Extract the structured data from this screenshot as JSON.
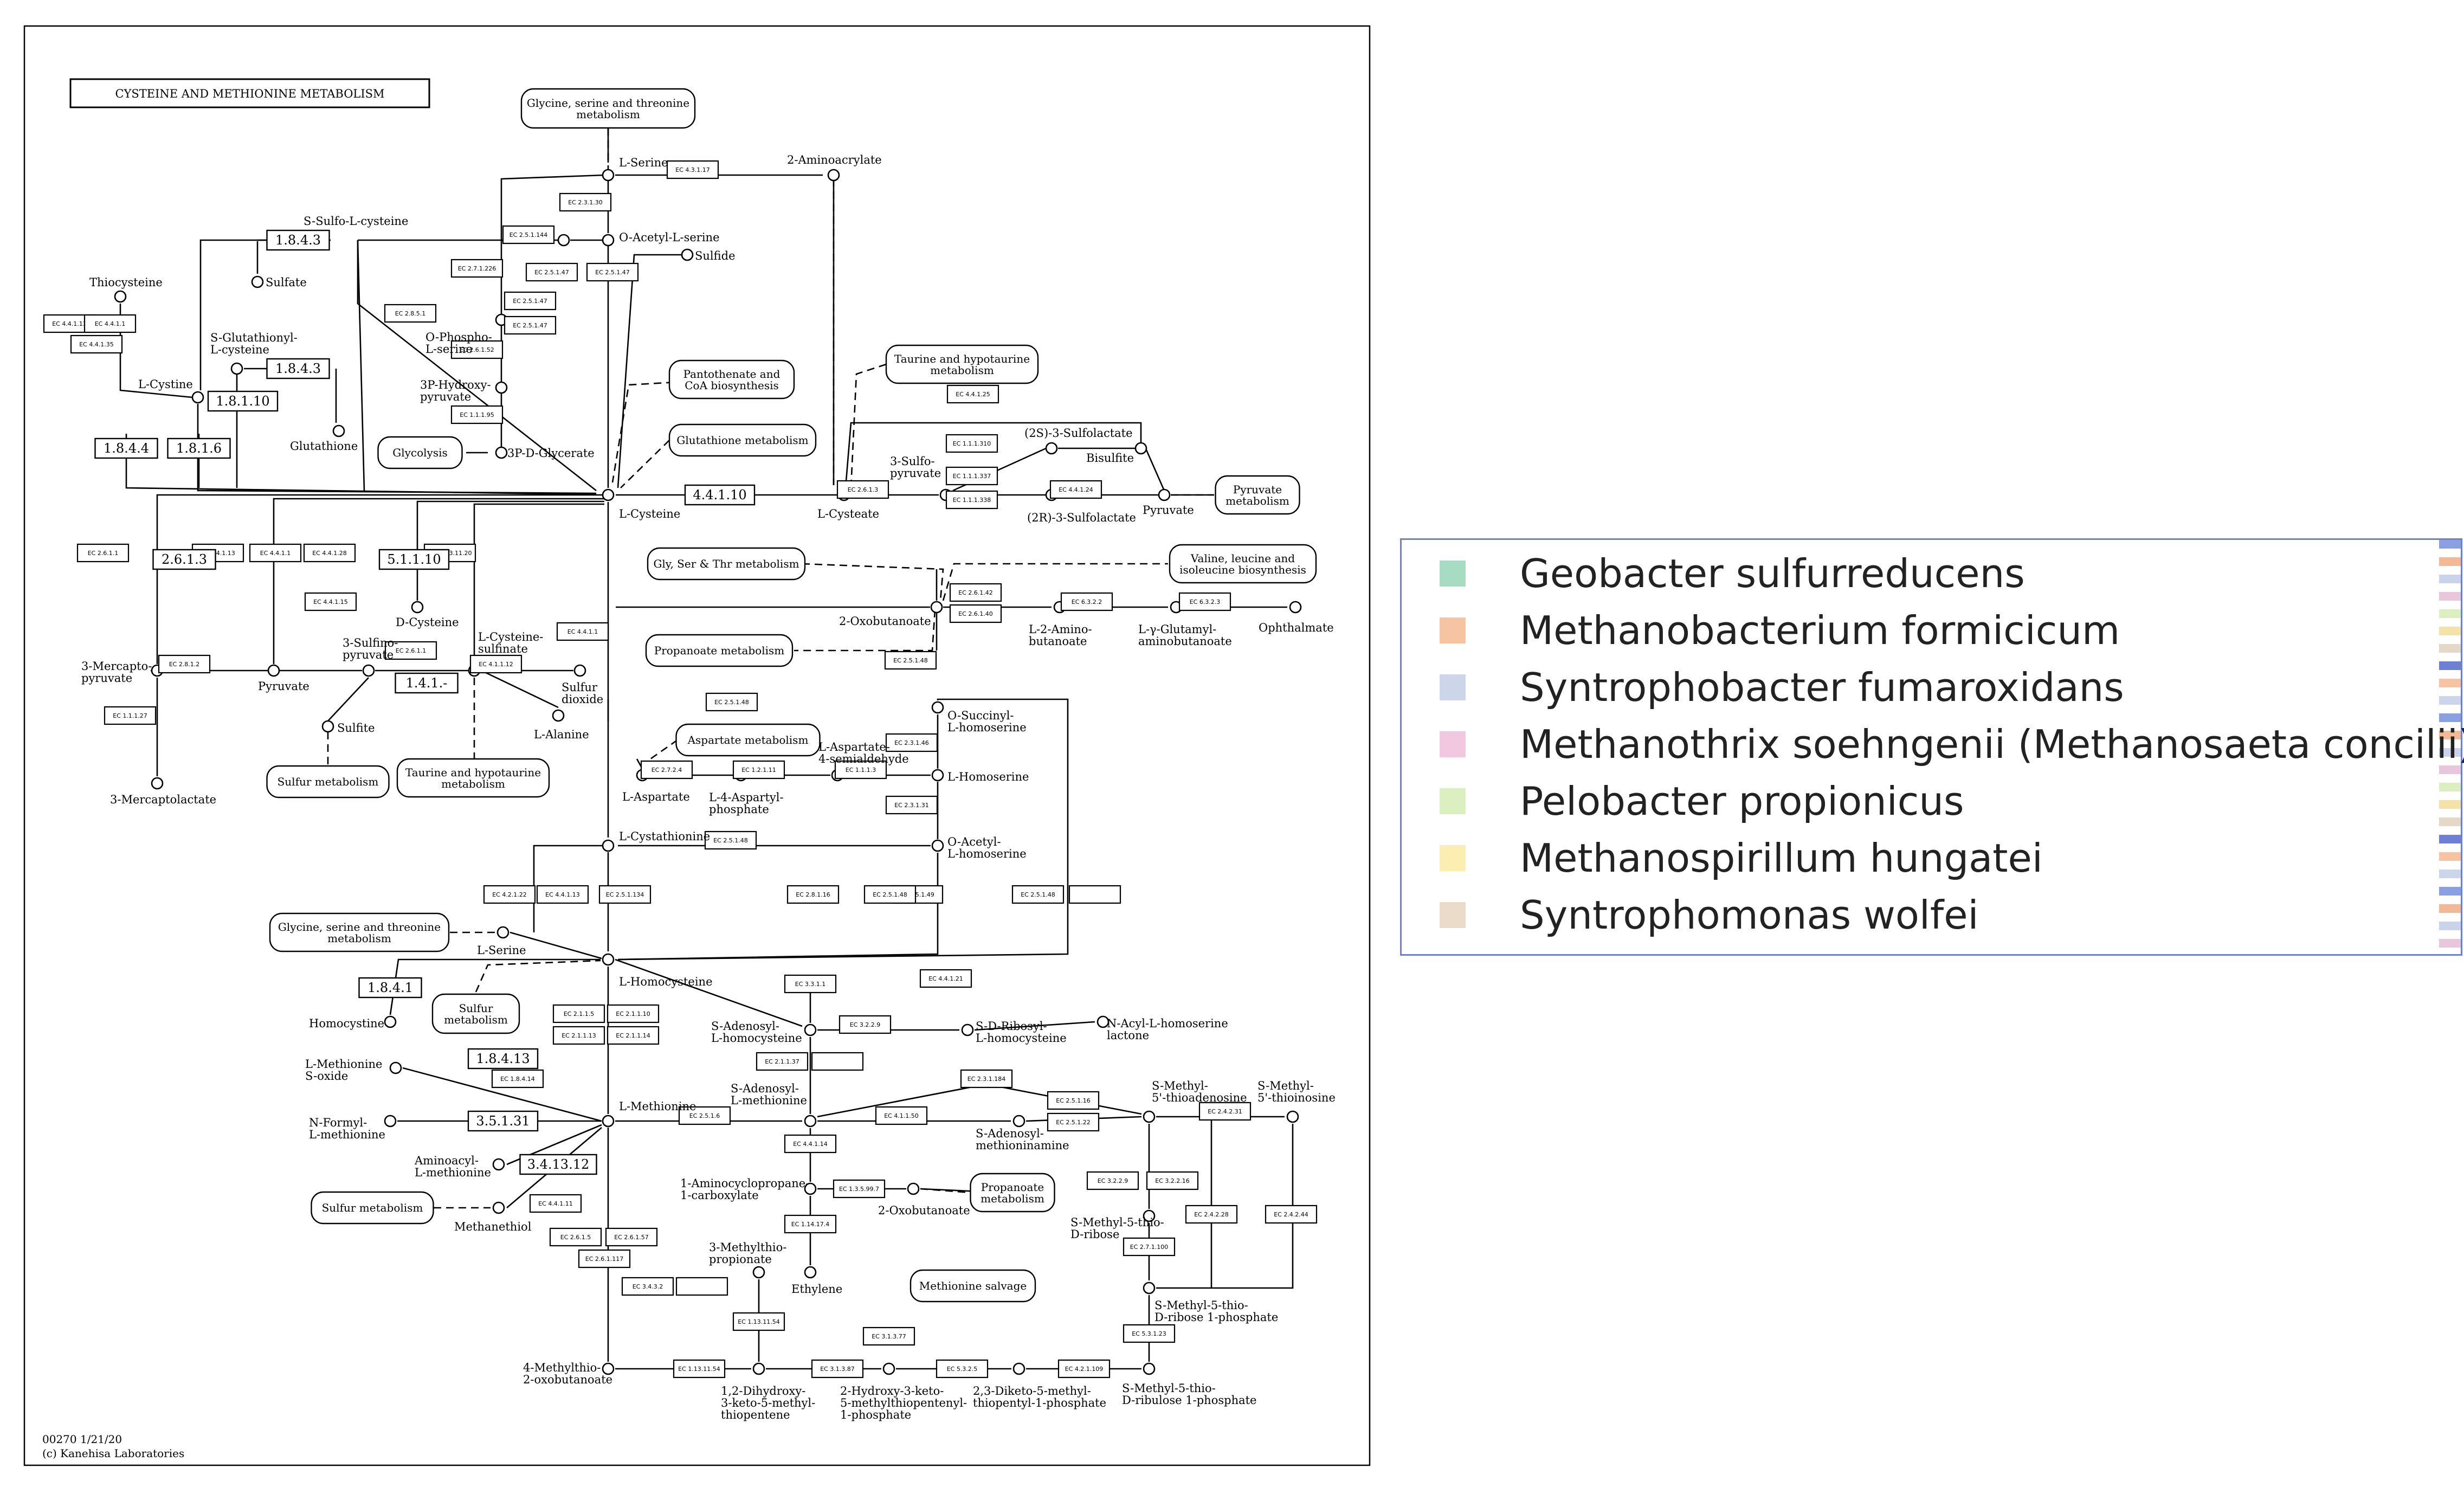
{
  "diagram": {
    "title": "CYSTEINE AND METHIONINE METABOLISM",
    "footer_code": "00270 1/21/20",
    "footer_copyright": "(c) Kanehisa Laboratories",
    "compounds": [
      {
        "id": "c_serine",
        "text": "L-Serine"
      },
      {
        "id": "c_aminoacrylate",
        "text": "2-Aminoacrylate"
      },
      {
        "id": "c_oacetylserine",
        "text": "O-Acetyl-L-serine"
      },
      {
        "id": "c_sulfide",
        "text": "Sulfide"
      },
      {
        "id": "c_ssulfocys",
        "text": "S-Sulfo-L-cysteine"
      },
      {
        "id": "c_sulfate",
        "text": "Sulfate"
      },
      {
        "id": "c_thiocysteine",
        "text": "Thiocysteine"
      },
      {
        "id": "c_sglutathionyl",
        "text": "S-Glutathionyl-\nL-cysteine"
      },
      {
        "id": "c_ophosphoserine",
        "text": "O-Phospho-\nL-serine"
      },
      {
        "id": "c_3phydroxypyr",
        "text": "3P-Hydroxy-\npyruvate"
      },
      {
        "id": "c_3pglycerate",
        "text": "3P-D-Glycerate"
      },
      {
        "id": "c_glutathione",
        "text": "Glutathione"
      },
      {
        "id": "c_lcystine",
        "text": "L-Cystine"
      },
      {
        "id": "c_lcysteine",
        "text": "L-Cysteine"
      },
      {
        "id": "c_sulfopyr",
        "text": "3-Sulfo-\npyruvate"
      },
      {
        "id": "c_lcysteate",
        "text": "L-Cysteate"
      },
      {
        "id": "c_2ssulfolactate",
        "text": "(2S)-3-Sulfolactate"
      },
      {
        "id": "c_2rsulfolactate",
        "text": "(2R)-3-Sulfolactate"
      },
      {
        "id": "c_bisulfite",
        "text": "Bisulfite"
      },
      {
        "id": "c_pyruvate_r",
        "text": "Pyruvate"
      },
      {
        "id": "c_dcysteine",
        "text": "D-Cysteine"
      },
      {
        "id": "c_mercaptopyr",
        "text": "3-Mercapto-\npyruvate"
      },
      {
        "id": "c_pyruvate_l",
        "text": "Pyruvate"
      },
      {
        "id": "c_sulfinopyr",
        "text": "3-Sulfino-\npyruvate"
      },
      {
        "id": "c_cysteinesulfinate",
        "text": "L-Cysteine-\nsulfinate"
      },
      {
        "id": "c_sulfurdioxide",
        "text": "Sulfur\ndioxide"
      },
      {
        "id": "c_lalanine",
        "text": "L-Alanine"
      },
      {
        "id": "c_sulfite",
        "text": "Sulfite"
      },
      {
        "id": "c_mercaptolactate",
        "text": "3-Mercaptolactate"
      },
      {
        "id": "c_oxobutanoate",
        "text": "2-Oxobutanoate"
      },
      {
        "id": "c_aminobutanoate",
        "text": "L-2-Amino-\nbutanoate"
      },
      {
        "id": "c_glutamylamino",
        "text": "L-γ-Glutamyl-\naminobutanoate"
      },
      {
        "id": "c_ophthalmate",
        "text": "Ophthalmate"
      },
      {
        "id": "c_osuccinylhomoserine",
        "text": "O-Succinyl-\nL-homoserine"
      },
      {
        "id": "c_aspartate",
        "text": "L-Aspartate"
      },
      {
        "id": "c_aspartylphosphate",
        "text": "L-4-Aspartyl-\nphosphate"
      },
      {
        "id": "c_aspsemialdehyde",
        "text": "L-Aspartate-\n4-semialdehyde"
      },
      {
        "id": "c_homoserine",
        "text": "L-Homoserine"
      },
      {
        "id": "c_oacetylhomoserine",
        "text": "O-Acetyl-\nL-homoserine"
      },
      {
        "id": "c_cystathionine",
        "text": "L-Cystathionine"
      },
      {
        "id": "c_serine2",
        "text": "L-Serine"
      },
      {
        "id": "c_homocysteine",
        "text": "L-Homocysteine"
      },
      {
        "id": "c_homocystine",
        "text": "Homocystine"
      },
      {
        "id": "c_sahc",
        "text": "S-Adenosyl-\nL-homocysteine"
      },
      {
        "id": "c_sribosylhc",
        "text": "S-D-Ribosyl-\nL-homocysteine"
      },
      {
        "id": "c_nacylhsl",
        "text": "N-Acyl-L-homoserine\nlactone"
      },
      {
        "id": "c_metsulfoxide",
        "text": "L-Methionine\nS-oxide"
      },
      {
        "id": "c_methionine",
        "text": "L-Methionine"
      },
      {
        "id": "c_nformylmet",
        "text": "N-Formyl-\nL-methionine"
      },
      {
        "id": "c_aminoacylmet",
        "text": "Aminoacyl-\nL-methionine"
      },
      {
        "id": "c_methanethiol",
        "text": "Methanethiol"
      },
      {
        "id": "c_sam",
        "text": "S-Adenosyl-\nL-methionine"
      },
      {
        "id": "c_sadenosylmethioninamine",
        "text": "S-Adenosyl-\nmethioninamine"
      },
      {
        "id": "c_mta",
        "text": "S-Methyl-\n5'-thioadenosine"
      },
      {
        "id": "c_mti",
        "text": "S-Methyl-\n5'-thioinosine"
      },
      {
        "id": "c_acc",
        "text": "1-Aminocyclopropane-\n1-carboxylate"
      },
      {
        "id": "c_oxobutanoate2",
        "text": "2-Oxobutanoate"
      },
      {
        "id": "c_mtr",
        "text": "S-Methyl-5-thio-\nD-ribose"
      },
      {
        "id": "c_mtmprop",
        "text": "3-Methylthio-\npropionate"
      },
      {
        "id": "c_ethylene",
        "text": "Ethylene"
      },
      {
        "id": "c_mtr1p",
        "text": "S-Methyl-5-thio-\nD-ribose 1-phosphate"
      },
      {
        "id": "c_mtru1p",
        "text": "S-Methyl-5-thio-\nD-ribulose 1-phosphate"
      },
      {
        "id": "c_mtob",
        "text": "4-Methylthio-\n2-oxobutanoate"
      },
      {
        "id": "c_dhmtp",
        "text": "1,2-Dihydroxy-\n3-keto-5-methyl-\nthiopentene"
      },
      {
        "id": "c_hkmtp",
        "text": "2-Hydroxy-3-keto-\n5-methylthiopentenyl-\n1-phosphate"
      },
      {
        "id": "c_dkmtp",
        "text": "2,3-Diketo-5-methyl-\nthiopentyl-1-phosphate"
      }
    ],
    "maps": [
      {
        "id": "m_glyserthr_top",
        "text": "Glycine, serine and threonine\nmetabolism"
      },
      {
        "id": "m_pantothenate",
        "text": "Pantothenate and\nCoA biosynthesis"
      },
      {
        "id": "m_glutathione",
        "text": "Glutathione metabolism"
      },
      {
        "id": "m_glycolysis",
        "text": "Glycolysis"
      },
      {
        "id": "m_taurine_top",
        "text": "Taurine and hypotaurine\nmetabolism"
      },
      {
        "id": "m_pyruvate",
        "text": "Pyruvate\nmetabolism"
      },
      {
        "id": "m_glyserthr_mid",
        "text": "Gly, Ser & Thr metabolism"
      },
      {
        "id": "m_valine",
        "text": "Valine, leucine and\nisoleucine biosynthesis"
      },
      {
        "id": "m_propanoate",
        "text": "Propanoate metabolism"
      },
      {
        "id": "m_sulfur_left",
        "text": "Sulfur metabolism"
      },
      {
        "id": "m_taurine_bot",
        "text": "Taurine and hypotaurine\nmetabolism"
      },
      {
        "id": "m_aspartate",
        "text": "Aspartate metabolism"
      },
      {
        "id": "m_glyserthr_bot",
        "text": "Glycine, serine and threonine\nmetabolism"
      },
      {
        "id": "m_sulfur_mid",
        "text": "Sulfur\nmetabolism"
      },
      {
        "id": "m_sulfur_bot",
        "text": "Sulfur metabolism"
      },
      {
        "id": "m_propanoate2",
        "text": "Propanoate\nmetabolism"
      },
      {
        "id": "m_methsalvage",
        "text": "Methionine salvage"
      }
    ],
    "numeric_boxes": [
      {
        "id": "n_1843a",
        "text": "1.8.4.3"
      },
      {
        "id": "n_1843b",
        "text": "1.8.4.3"
      },
      {
        "id": "n_18110",
        "text": "1.8.1.10"
      },
      {
        "id": "n_1844",
        "text": "1.8.4.4"
      },
      {
        "id": "n_1816",
        "text": "1.8.1.6"
      },
      {
        "id": "n_44110",
        "text": "4.4.1.10"
      },
      {
        "id": "n_2613",
        "text": "2.6.1.3"
      },
      {
        "id": "n_51110",
        "text": "5.1.1.10"
      },
      {
        "id": "n_141",
        "text": "1.4.1.-"
      },
      {
        "id": "n_1841",
        "text": "1.8.4.1"
      },
      {
        "id": "n_18413",
        "text": "1.8.4.13"
      },
      {
        "id": "n_35131",
        "text": "3.5.1.31"
      },
      {
        "id": "n_341312",
        "text": "3.4.13.12"
      }
    ],
    "enzymes": [
      {
        "id": "e_43117",
        "text": "EC 4.3.1.17"
      },
      {
        "id": "e_23130",
        "text": "EC 2.3.1.30",
        "colors": [
          "#f7c4a3",
          "#dcefc0"
        ]
      },
      {
        "id": "e_25144",
        "text": "EC 2.5.1.144"
      },
      {
        "id": "e_27226",
        "text": "EC 2.7.1.226"
      },
      {
        "id": "e_25147a",
        "text": "EC 2.5.1.47",
        "colors": [
          "#f7c4a3",
          "#cdd5ea",
          "#dcefc0"
        ]
      },
      {
        "id": "e_25147b",
        "text": "EC 2.5.1.47"
      },
      {
        "id": "e_25147c",
        "text": "EC 2.5.1.47"
      },
      {
        "id": "e_25147d",
        "text": "EC 2.5.1.47",
        "colors": [
          "#f7c4a3",
          "#dcefc0"
        ]
      },
      {
        "id": "e_2851",
        "text": "EC 2.8.5.1"
      },
      {
        "id": "e_44113a",
        "text": "EC 4.4.1.13",
        "colors": [
          "#f7c4a3",
          "#dcefc0"
        ]
      },
      {
        "id": "e_4411a",
        "text": "EC 4.4.1.1"
      },
      {
        "id": "e_44135",
        "text": "EC 4.4.1.35"
      },
      {
        "id": "e_26152",
        "text": "EC 2.6.1.52",
        "colors": [
          "#cdd5ea",
          "#dcefc0"
        ]
      },
      {
        "id": "e_11195",
        "text": "EC 1.1.1.95",
        "colors": [
          "#f7c4a3",
          "#fcedb0"
        ]
      },
      {
        "id": "e_4412",
        "text": "EC 4.4.1.25"
      },
      {
        "id": "e_111310",
        "text": "EC 1.1.1.310"
      },
      {
        "id": "e_111337",
        "text": "EC 1.1.1.337",
        "colors": [
          "#f7c4a3",
          "#fcedb0"
        ]
      },
      {
        "id": "e_111338",
        "text": "EC 1.1.1.338"
      },
      {
        "id": "e_44124",
        "text": "EC 4.4.1.24"
      },
      {
        "id": "e_2613c",
        "text": "EC 2.6.1.3",
        "colors": [
          "#f7c4a3",
          "#cdd5ea",
          "#fcedb0"
        ]
      },
      {
        "id": "e_2611",
        "text": "EC 2.6.1.1",
        "colors": [
          "#f7c4a3",
          "#cdd5ea",
          "#fcedb0"
        ]
      },
      {
        "id": "e_44113b",
        "text": "EC 4.4.1.13",
        "colors": [
          "#f7c4a3",
          "#dcefc0"
        ]
      },
      {
        "id": "e_4411b",
        "text": "EC 4.4.1.1"
      },
      {
        "id": "e_44128",
        "text": "EC 4.4.1.28"
      },
      {
        "id": "e_5131120",
        "text": "EC 5.1.3.11.20"
      },
      {
        "id": "e_44115",
        "text": "EC 4.4.1.15"
      },
      {
        "id": "e_2812",
        "text": "EC 2.8.1.2",
        "colors": [
          "#f1c8e0"
        ]
      },
      {
        "id": "e_2611b",
        "text": "EC 2.6.1.1",
        "colors": [
          "#f7c4a3",
          "#cdd5ea",
          "#fcedb0"
        ]
      },
      {
        "id": "e_41112",
        "text": "EC 4.1.1.12"
      },
      {
        "id": "e_11127",
        "text": "EC 1.1.1.27"
      },
      {
        "id": "e_4411c",
        "text": "EC 4.4.1.1"
      },
      {
        "id": "e_2642",
        "text": "EC 2.6.1.42",
        "colors": [
          "#f7c4a3",
          "#cdd5ea",
          "#f1c8e0",
          "#dcefc0"
        ]
      },
      {
        "id": "e_26140",
        "text": "EC 2.6.1.40"
      },
      {
        "id": "e_6322",
        "text": "EC 6.3.2.2"
      },
      {
        "id": "e_6323",
        "text": "EC 6.3.2.3"
      },
      {
        "id": "e_25148a",
        "text": "EC 2.5.1.48"
      },
      {
        "id": "e_25148b",
        "text": "EC 2.5.1.48"
      },
      {
        "id": "e_23146",
        "text": "EC 2.3.1.46",
        "colors": [
          "#f7c4a3"
        ]
      },
      {
        "id": "e_2724",
        "text": "EC 2.7.2.4",
        "colors": [
          "#f7c4a3",
          "#fcedb0"
        ]
      },
      {
        "id": "e_12111",
        "text": "EC 1.2.1.11",
        "colors": [
          "#f1c8e0",
          "#fcedb0"
        ]
      },
      {
        "id": "e_1113",
        "text": "EC 1.1.1.3",
        "colors": [
          "#f7c4a3",
          "#cdd5ea",
          "#fcedb0"
        ]
      },
      {
        "id": "e_23131",
        "text": "EC 2.3.1.31",
        "colors": [
          "#f7c4a3"
        ]
      },
      {
        "id": "e_25148c",
        "text": "EC 2.5.1.48"
      },
      {
        "id": "e_25149",
        "text": "EC 2.5.1.49",
        "colors": [
          "#f7c4a3",
          "#dcefc0"
        ]
      },
      {
        "id": "e_25148d",
        "text": "EC 2.5.1.48"
      },
      {
        "id": "e_25148e",
        "text": "EC 2.5.1.48"
      },
      {
        "id": "e_empty1",
        "text": ""
      },
      {
        "id": "e_42122",
        "text": "EC 4.2.1.22"
      },
      {
        "id": "e_44113c",
        "text": "EC 4.4.1.13",
        "colors": [
          "#f7c4a3",
          "#dcefc0"
        ]
      },
      {
        "id": "e_25134",
        "text": "EC 2.5.1.134"
      },
      {
        "id": "e_28116",
        "text": "EC 2.8.1.16",
        "colors": [
          "#f7c4a3",
          "#cdd5ea"
        ]
      },
      {
        "id": "e_33121",
        "text": "EC 3.3.1.1",
        "colors": [
          "#f7c4a3",
          "#fcedb0"
        ]
      },
      {
        "id": "e_44121",
        "text": "EC 4.4.1.21"
      },
      {
        "id": "e_3229",
        "text": "EC 3.2.2.9",
        "colors": [
          "#dcefc0"
        ]
      },
      {
        "id": "e_21137",
        "text": "EC 2.1.1.37",
        "colors": [
          "#cdd5ea"
        ]
      },
      {
        "id": "e_empty2",
        "text": "",
        "colors": [
          "#f7c4a3",
          "#f1c8e0"
        ]
      },
      {
        "id": "e_2115",
        "text": "EC 2.1.1.5"
      },
      {
        "id": "e_211010",
        "text": "EC 2.1.1.10"
      },
      {
        "id": "e_21113",
        "text": "EC 2.1.1.13",
        "colors": [
          "#dcefc0",
          "#fcedb0"
        ]
      },
      {
        "id": "e_21114",
        "text": "EC 2.1.1.14",
        "colors": [
          "#f7c4a3",
          "#f1c8e0"
        ]
      },
      {
        "id": "e_18414",
        "text": "EC 1.8.4.14"
      },
      {
        "id": "e_2516",
        "text": "EC 2.5.1.6",
        "colors": [
          "#cdd5ea",
          "#dcefc0",
          "#fcedb0"
        ]
      },
      {
        "id": "e_411150",
        "text": "EC 4.1.1.50",
        "colors": [
          "#cdd5ea"
        ]
      },
      {
        "id": "e_231184",
        "text": "EC 2.3.1.184"
      },
      {
        "id": "e_25116",
        "text": "EC 2.5.1.16",
        "colors": [
          "#f7c4a3",
          "#eadcc9"
        ]
      },
      {
        "id": "e_25122",
        "text": "EC 2.5.1.22"
      },
      {
        "id": "e_24131",
        "text": "EC 2.4.2.31",
        "colors": [
          "#f7c4a3",
          "#cdd5ea",
          "#fcedb0"
        ]
      },
      {
        "id": "e_44114",
        "text": "EC 4.4.1.14"
      },
      {
        "id": "e_13517",
        "text": "EC 1.3.5.99.7"
      },
      {
        "id": "e_114174",
        "text": "EC 1.14.17.4"
      },
      {
        "id": "e_3229b",
        "text": "EC 3.2.2.9",
        "colors": [
          "#dcefc0"
        ]
      },
      {
        "id": "e_32216",
        "text": "EC 3.2.2.16"
      },
      {
        "id": "e_24228",
        "text": "EC 2.4.2.28",
        "colors": [
          "#dcefc0",
          "#eadcc9"
        ]
      },
      {
        "id": "e_24244",
        "text": "EC 2.4.2.44"
      },
      {
        "id": "e_271100",
        "text": "EC 2.7.1.100"
      },
      {
        "id": "e_53123",
        "text": "EC 5.3.1.23"
      },
      {
        "id": "e_4411d",
        "text": "EC 4.4.1.11"
      },
      {
        "id": "e_2615",
        "text": "EC 2.6.1.5"
      },
      {
        "id": "e_26157",
        "text": "EC 2.6.1.57"
      },
      {
        "id": "e_261117",
        "text": "EC 2.6.1.117"
      },
      {
        "id": "e_3432",
        "text": "EC 3.4.3.2"
      },
      {
        "id": "e_empty3",
        "text": ""
      },
      {
        "id": "e_1131154",
        "text": "EC 1.13.11.54"
      },
      {
        "id": "e_1131154b",
        "text": "EC 1.13.11.54"
      },
      {
        "id": "e_31387",
        "text": "EC 3.1.3.87"
      },
      {
        "id": "e_31377",
        "text": "EC 3.1.3.77"
      },
      {
        "id": "e_53225",
        "text": "EC 5.3.2.5"
      },
      {
        "id": "e_421109",
        "text": "EC 4.2.1.109"
      }
    ]
  },
  "legend": {
    "items": [
      {
        "label": "Geobacter sulfurreducens",
        "color": "#a8dcc2"
      },
      {
        "label": "Methanobacterium formicicum",
        "color": "#f7c4a3"
      },
      {
        "label": "Syntrophobacter fumaroxidans",
        "color": "#cdd5ea"
      },
      {
        "label": "Methanothrix soehngenii (Methanosaeta concilii)",
        "color": "#f1c8e0"
      },
      {
        "label": "Pelobacter propionicus",
        "color": "#dcefc0"
      },
      {
        "label": "Methanospirillum hungatei",
        "color": "#fcedb0"
      },
      {
        "label": "Syntrophomonas wolfei",
        "color": "#eadcc9"
      }
    ]
  }
}
